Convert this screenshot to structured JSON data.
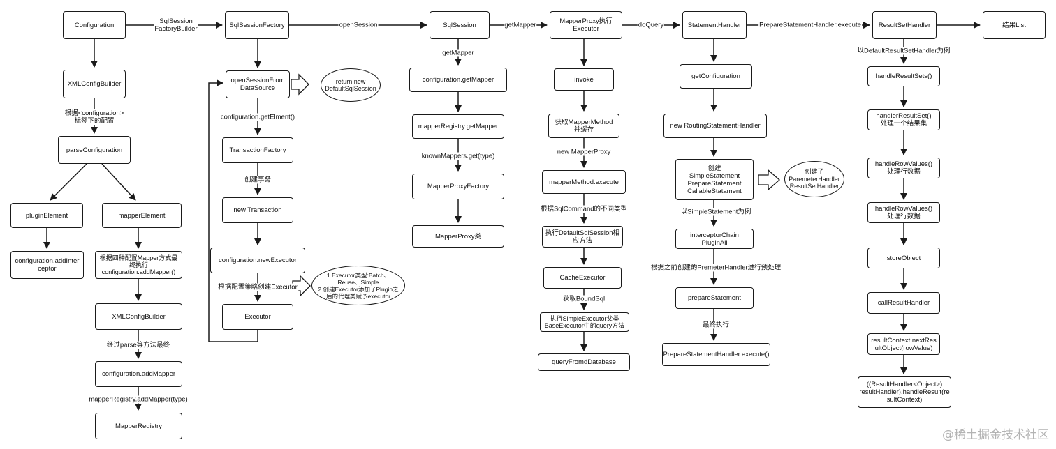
{
  "nodes": {
    "configuration": "Configuration",
    "sqlsession_factory": "SqlSessionFactory",
    "sqlsession": "SqlSession",
    "mapperproxy_executor": "MapperProxy执行\nExecutor",
    "statement_handler": "StatementHandler",
    "resultset_handler": "ResultSetHandler",
    "result_list": "结果List",
    "xml_config_builder": "XMLConfigBuilder",
    "parse_configuration": "parseConfiguration",
    "plugin_element": "pluginElement",
    "mapper_element": "mapperElement",
    "add_interceptor": "configuration.addInter\nceptor",
    "mapper_config_note": "根据四种配置Mapper方式最\n终执行\nconfiguration.addMapper()",
    "xml_config_builder_2": "XMLConfigBuilder",
    "configuration_add_mapper": "configuration.addMapper",
    "mapper_registry": "MapperRegistry",
    "open_session_from_ds": "openSessionFrom\nDataSource",
    "return_default_sqlsession": "return new\nDefaultSqlSession",
    "transaction_factory": "TransactionFactory",
    "new_transaction": "new Transaction",
    "configuration_new_executor": "configuration.newExecutor",
    "executor_types_note": "1.Executor类型:Batch、\nReuse、Simple\n2.创建Executor添加了Plugin之\n后的代理类赋予executor",
    "executor": "Executor",
    "configuration_get_mapper": "configuration.getMapper",
    "mapper_registry_get_mapper": "mapperRegistry.getMapper",
    "mapper_proxy_factory": "MapperProxyFactory",
    "mapper_proxy_class": "MapperProxy类",
    "invoke": "invoke",
    "get_mapper_method": "获取MapperMethod\n并缓存",
    "mapper_method_execute": "mapperMethod.execute",
    "exec_default_sqlsession": "执行DefaultSqlSession相\n应方法",
    "cache_executor": "CacheExecutor",
    "exec_simple_executor": "执行SimpleExecutor父类\nBaseExecutor中的query方法",
    "query_from_database": "queryFromdDatabase",
    "get_configuration": "getConfiguration",
    "new_routing_statement_handler": "new RoutingStatementHandler",
    "create_statements": "创建\nSimpleStatement\nPrepareStatement\nCallableStatament",
    "created_handlers": "创建了\nParemeterHandler\nResultSetHandler",
    "interceptor_chain": "interceptorChain\nPluginAll",
    "prepare_statement": "prepareStatement",
    "prepare_statement_handler_execute": "PrepareStatementHandler.execute()",
    "handle_result_sets": "handleResultSets()",
    "handler_result_set": "handlerResultSet()\n处理一个结果集",
    "handle_row_values_1": "handleRowValues()\n处理行数据",
    "handle_row_values_2": "handleRowValues()\n处理行数据",
    "store_object": "storeObject",
    "call_result_handler": "callResultHandler",
    "next_result_object": "resultContext.nextRes\nultObject(rowValue)",
    "handle_result": "((ResultHandler<Object>)\nresultHandler).handleResult(re\nsultContext)"
  },
  "edge_labels": {
    "sqlsession_factory_builder": "SqlSession\nFactoryBuilder",
    "open_session": "openSession",
    "get_mapper_top": "getMapper",
    "do_query": "doQuery",
    "prepare_statement_handler_execute": "PrepareStatementHandler.execute",
    "by_configuration_tag": "根据<configuration>\n标签下的配置",
    "parse_method_final": "经过parse等方法最终",
    "mapper_registry_add_mapper": "mapperRegistry.addMapper(type)",
    "configuration_get_element": "configuration.getElment()",
    "create_transaction": "创建事务",
    "by_config_strategy": "根据配置策略创建Executor",
    "get_mapper_col": "getMapper",
    "known_mappers_get": "knownMappers.get(type)",
    "new_mapper_proxy": "new MapperProxy",
    "by_sql_command": "根据SqlCommand的不同类型",
    "get_bound_sql": "获取BoundSql",
    "with_simple_statement": "以SimpleStatement为例",
    "by_premeter_handler": "根据之前创建的PremeterHandler进行预处理",
    "final_execute": "最终执行",
    "with_default_resultset_handler": "以DefaultResultSetHandler为例"
  },
  "watermark": "@稀土掘金技术社区"
}
